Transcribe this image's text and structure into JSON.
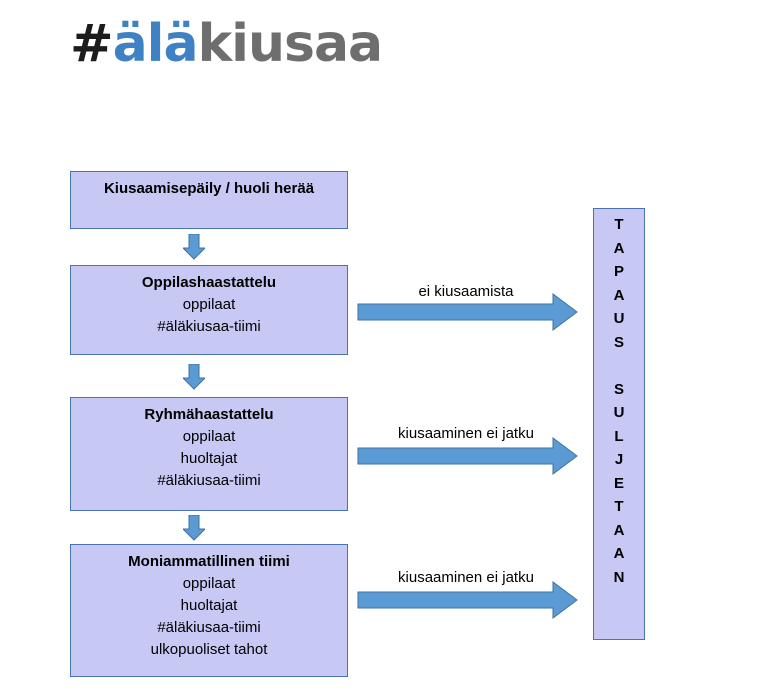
{
  "logo": {
    "hash": "#",
    "ala": "älä",
    "kiusaa": "kiusaa"
  },
  "colors": {
    "box_fill": "#c7c8f4",
    "box_border": "#4a73b5",
    "arrow": "#5b9bd5",
    "logo_blue": "#3f82c4",
    "logo_gray": "#6e6e6e"
  },
  "steps": [
    {
      "title": "Kiusaamisepäily / huoli herää",
      "lines": []
    },
    {
      "title": "Oppilashaastattelu",
      "lines": [
        "oppilaat",
        "#äläkiusaa-tiimi"
      ]
    },
    {
      "title": "Ryhmähaastattelu",
      "lines": [
        "oppilaat",
        "huoltajat",
        "#äläkiusaa-tiimi"
      ]
    },
    {
      "title": "Moniammatillinen tiimi",
      "lines": [
        "oppilaat",
        "huoltajat",
        "#äläkiusaa-tiimi",
        "ulkopuoliset tahot"
      ]
    }
  ],
  "arrows": [
    {
      "label": "ei kiusaamista"
    },
    {
      "label": "kiusaaminen ei jatku"
    },
    {
      "label": "kiusaaminen ei jatku"
    }
  ],
  "outcome": {
    "letters": [
      "T",
      "A",
      "P",
      "A",
      "U",
      "S",
      "",
      "S",
      "U",
      "L",
      "J",
      "E",
      "T",
      "A",
      "A",
      "N"
    ]
  }
}
